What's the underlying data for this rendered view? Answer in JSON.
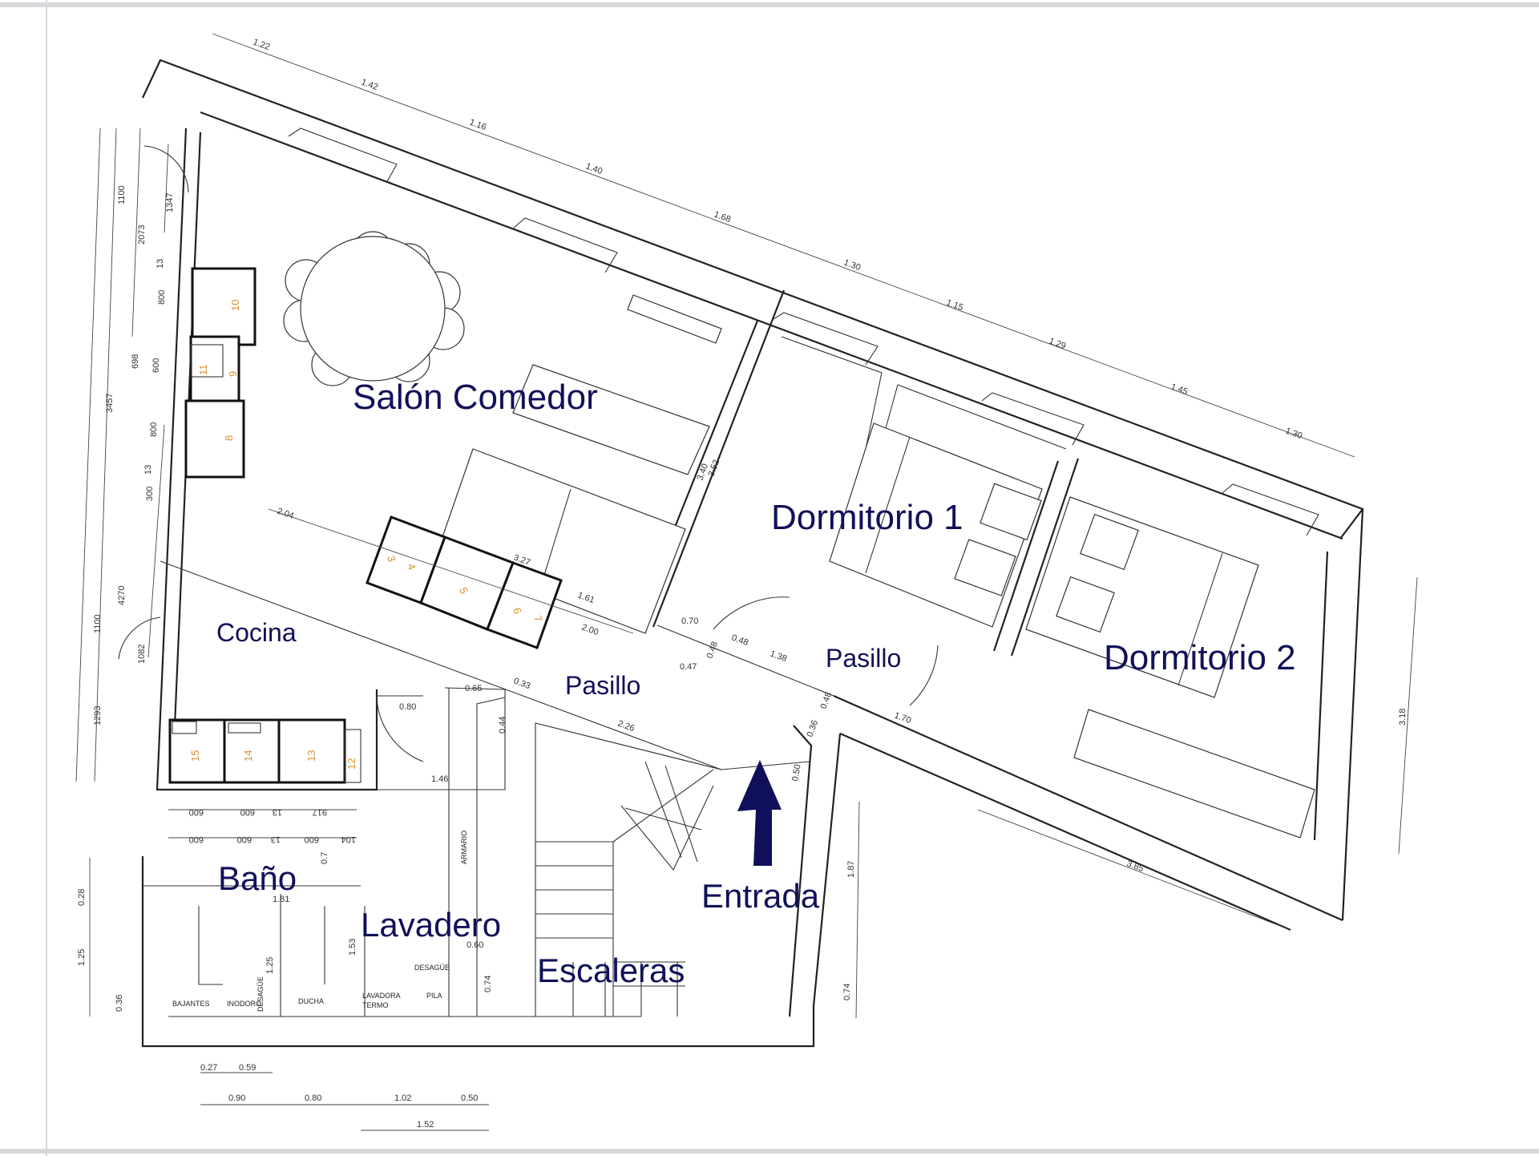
{
  "plan": {
    "rooms": [
      {
        "key": "salon",
        "label": "Salón Comedor"
      },
      {
        "key": "dorm1",
        "label": "Dormitorio 1"
      },
      {
        "key": "dorm2",
        "label": "Dormitorio 2"
      },
      {
        "key": "cocina",
        "label": "Cocina"
      },
      {
        "key": "pasillo1",
        "label": "Pasillo"
      },
      {
        "key": "pasillo2",
        "label": "Pasillo"
      },
      {
        "key": "bano",
        "label": "Baño"
      },
      {
        "key": "lavadero",
        "label": "Lavadero"
      },
      {
        "key": "escaleras",
        "label": "Escaleras"
      },
      {
        "key": "entrada",
        "label": "Entrada"
      }
    ],
    "fixtures": {
      "bajantes": "BAJANTES",
      "inodoro": "INODORO",
      "desague1": "DESAGÜE",
      "ducha": "DUCHA",
      "lavadora": "LAVADORA",
      "termo": "TERMO",
      "desague2": "DESAGÜE",
      "pila": "PILA",
      "armario": "ARMARIO"
    },
    "cabinet_numbers": {
      "c10": "10",
      "c11": "11",
      "c9": "9",
      "c8": "8",
      "c3": "3",
      "c4": "4",
      "c5": "5",
      "c6": "6",
      "c7": "7",
      "c15": "15",
      "c14": "14",
      "c13": "13",
      "c12": "12"
    },
    "dimensions": {
      "top1": "1.22",
      "top2": "1.42",
      "top3": "1.16",
      "top4": "1.40",
      "top5": "1.68",
      "top6": "1.30",
      "top7": "1.15",
      "top8": "1.29",
      "top9": "1.45",
      "top10": "1.30",
      "left_1100a": "1100",
      "left_2073": "2073",
      "left_1347": "1347",
      "left_800a": "800",
      "left_13a": "13",
      "left_698": "698",
      "left_600": "600",
      "left_3457": "3457",
      "left_800b": "800",
      "left_300": "300",
      "left_13b": "13",
      "left_4270": "4270",
      "left_1100b": "1100",
      "left_1082": "1082",
      "left_1293": "1293",
      "d_204": "2.04",
      "d_327": "3.27",
      "d_161": "1.61",
      "d_200": "2.00",
      "d_340": "3.40",
      "d_352": "3.52",
      "d_070": "0.70",
      "d_048a": "0.48",
      "d_048b": "0.48",
      "d_138": "1.38",
      "d_047": "0.47",
      "d_048c": "0.48",
      "d_036": "0.36",
      "d_050": "0.50",
      "d_170": "1.70",
      "d_080a": "0.80",
      "d_065": "0.65",
      "d_033": "0.33",
      "d_226": "2.26",
      "d_044": "0.44",
      "d_146": "1.46",
      "d_385": "3.85",
      "d_318": "3.18",
      "d_187": "1.87",
      "d_074a": "0.74",
      "d_074b": "0.74",
      "d_060": "0.60",
      "d_153": "1.53",
      "d_125a": "1.25",
      "d_181": "1.81",
      "d_07": "0.7",
      "bot_600a": "600",
      "bot_600b": "600",
      "bot_13a": "13",
      "bot_917": "917",
      "bot_600c": "600",
      "bot_600d": "600",
      "bot_13b": "13",
      "bot_600e": "600",
      "bot_104": "104",
      "l_028": "0.28",
      "l_125": "1.25",
      "l_036": "0.36",
      "b_027": "0.27",
      "b_059": "0.59",
      "b_090": "0.90",
      "b_080": "0.80",
      "b_102": "1.02",
      "b_050": "0.50",
      "b_152": "1.52"
    }
  }
}
